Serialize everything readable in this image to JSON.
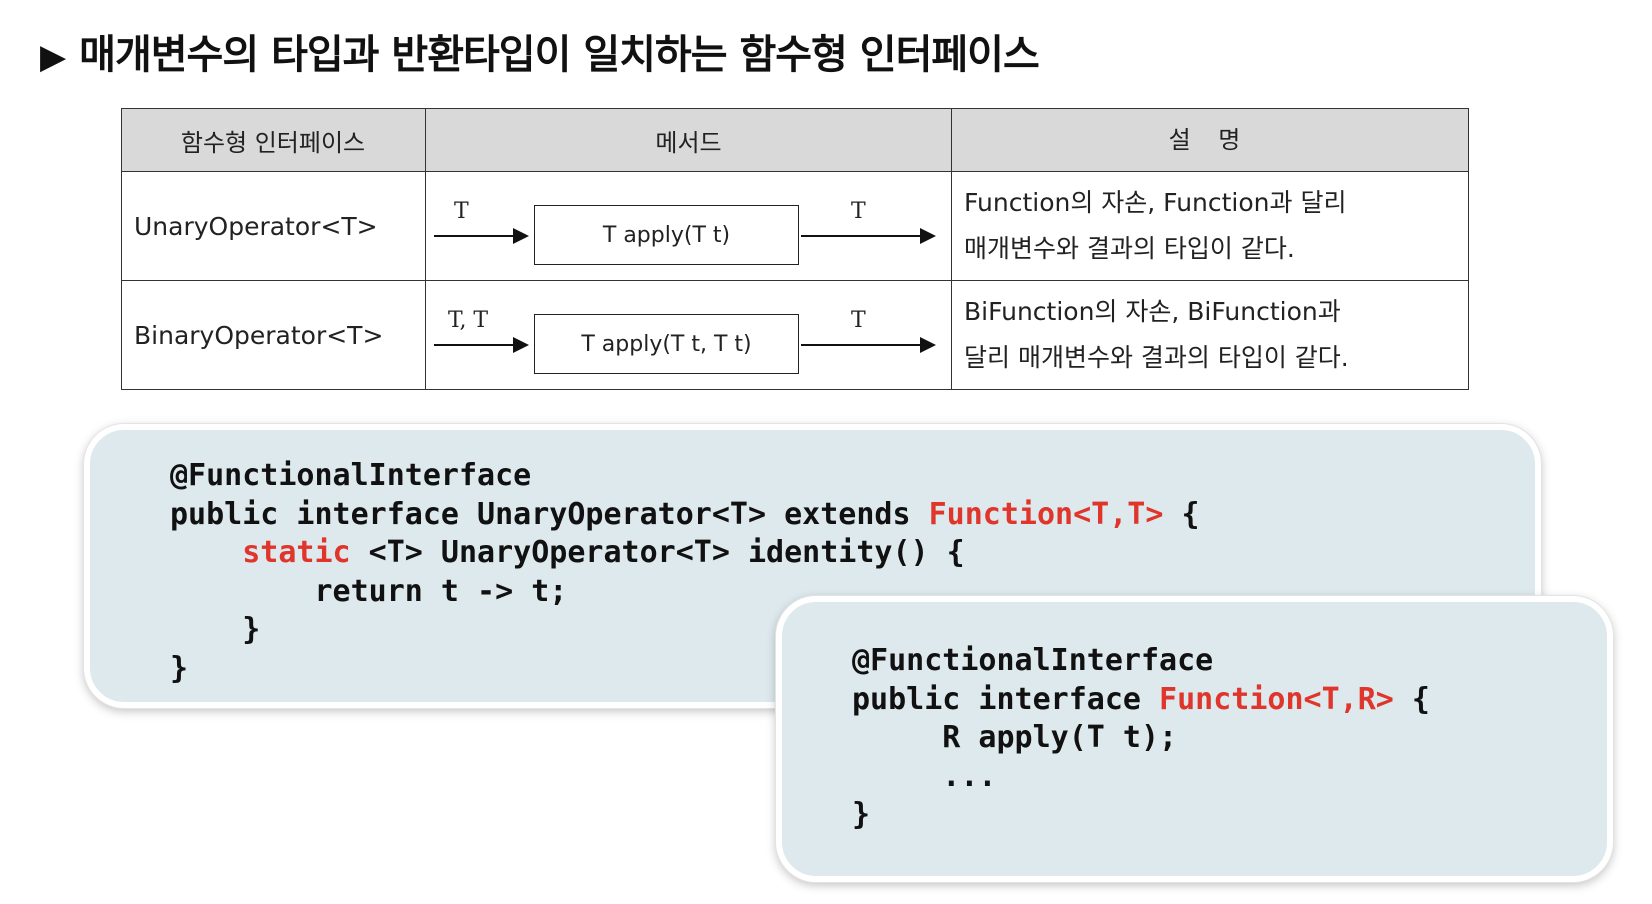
{
  "title": {
    "marker": "▶",
    "text": "매개변수의 타입과 반환타입이 일치하는 함수형 인터페이스"
  },
  "table": {
    "headers": [
      "함수형 인터페이스",
      "메서드",
      "설 명"
    ],
    "rows": [
      {
        "interface": "UnaryOperator<T>",
        "input_label": "T",
        "method": "T apply(T t)",
        "output_label": "T",
        "desc_line1": "Function의 자손, Function과 달리",
        "desc_line2": "매개변수와 결과의 타입이 같다."
      },
      {
        "interface": "BinaryOperator<T>",
        "input_label": "T, T",
        "method": "T apply(T t, T t)",
        "output_label": "T",
        "desc_line1": "BiFunction의 자손, BiFunction과",
        "desc_line2": "달리 매개변수와 결과의 타입이 같다."
      }
    ]
  },
  "code_unary": {
    "l1": "@FunctionalInterface",
    "l2a": "public interface UnaryOperator<T> extends ",
    "l2b": "Function<T,T>",
    "l2c": " {",
    "l3a": "    ",
    "l3b": "static",
    "l3c": " <T> UnaryOperator<T> identity() {",
    "l4": "        return t -> t;",
    "l5": "    }",
    "l6": "}"
  },
  "code_function": {
    "l1": "@FunctionalInterface",
    "l2a": "public interface ",
    "l2b": "Function<T,R>",
    "l2c": " {",
    "l3": "     R apply(T t);",
    "l4": "     ...",
    "l5": "}"
  },
  "colors": {
    "keyword": "#e0352b",
    "code_bg": "#dde9ed",
    "header_bg": "#d9d9d9"
  }
}
